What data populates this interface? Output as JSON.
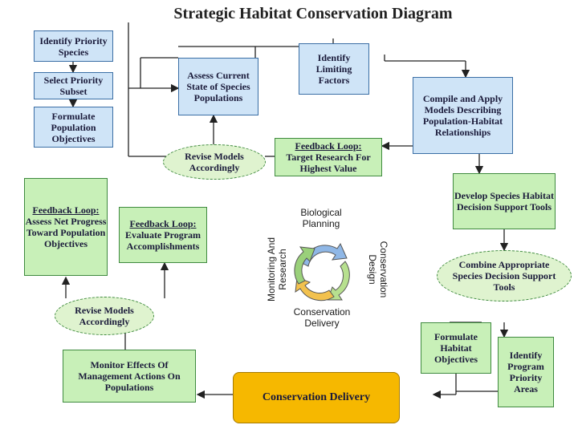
{
  "title": "Strategic Habitat Conservation Diagram",
  "nodes": {
    "identify_priority": "Identify Priority Species",
    "select_priority": "Select Priority Subset",
    "formulate_population": "Formulate Population Objectives",
    "assess_current": "Assess Current State of Species Populations",
    "identify_limiting": "Identify Limiting Factors",
    "compile_models": "Compile and Apply Models Describing Population-Habitat Relationships",
    "revise_models_top": "Revise Models Accordingly",
    "fb_target_title": "Feedback Loop:",
    "fb_target_body": "Target Research For Highest Value",
    "fb_assess_title": "Feedback Loop:",
    "fb_assess_body": "Assess Net Progress Toward Population Objectives",
    "fb_evaluate_title": "Feedback Loop:",
    "fb_evaluate_body": "Evaluate Program Accomplishments",
    "develop_tools": "Develop Species Habitat Decision Support Tools",
    "combine_tools": "Combine Appropriate Species Decision Support Tools",
    "revise_models_bottom": "Revise Models Accordingly",
    "formulate_habitat": "Formulate Habitat Objectives",
    "identify_areas": "Identify Program Priority Areas",
    "monitor_effects": "Monitor Effects Of Management Actions On Populations",
    "conservation_delivery": "Conservation Delivery"
  },
  "cycle": {
    "top": "Biological Planning",
    "right": "Conservation Design",
    "bottom": "Conservation Delivery",
    "left": "Monitoring And Research",
    "colors": [
      "#8fb7e6",
      "#b7e08f",
      "#f2c14e",
      "#9ad07a"
    ]
  },
  "colors": {
    "blue_fill": "#cfe4f7",
    "green_fill": "#c8f0b8",
    "gold_fill": "#f6b800",
    "text": "#1a1a3a"
  }
}
